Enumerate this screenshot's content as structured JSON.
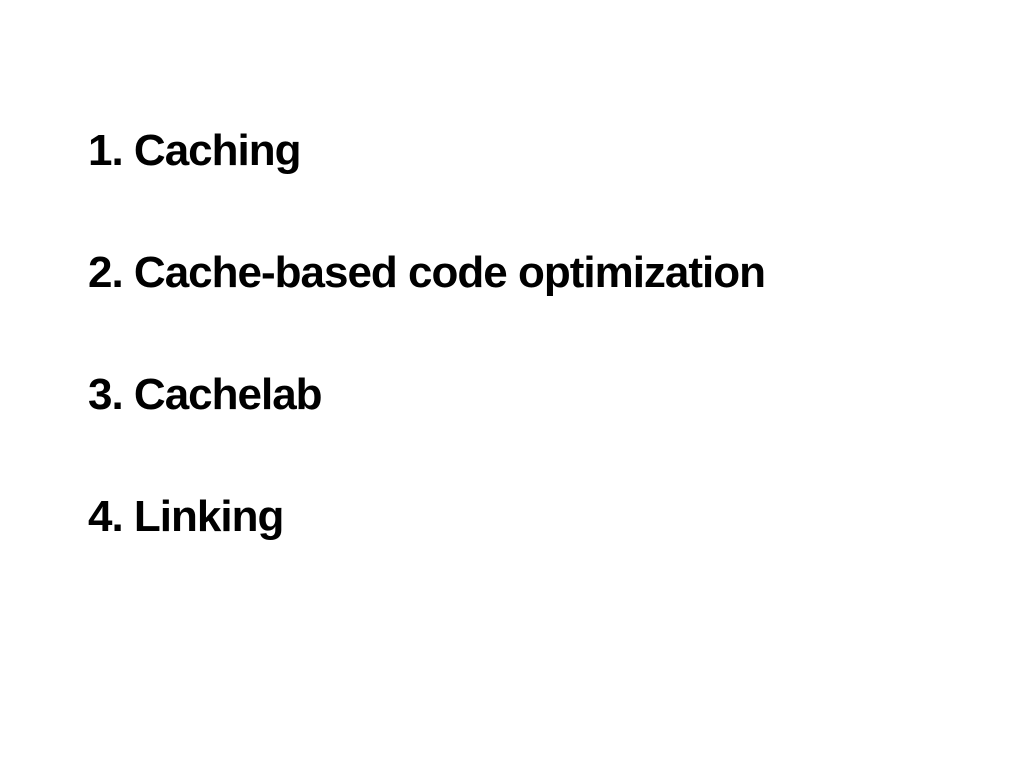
{
  "slide": {
    "type": "agenda-slide",
    "background_color": "#ffffff",
    "text_color": "#000000",
    "items": [
      "1. Caching",
      "2. Cache-based code optimization",
      "3. Cachelab",
      "4. Linking"
    ]
  }
}
